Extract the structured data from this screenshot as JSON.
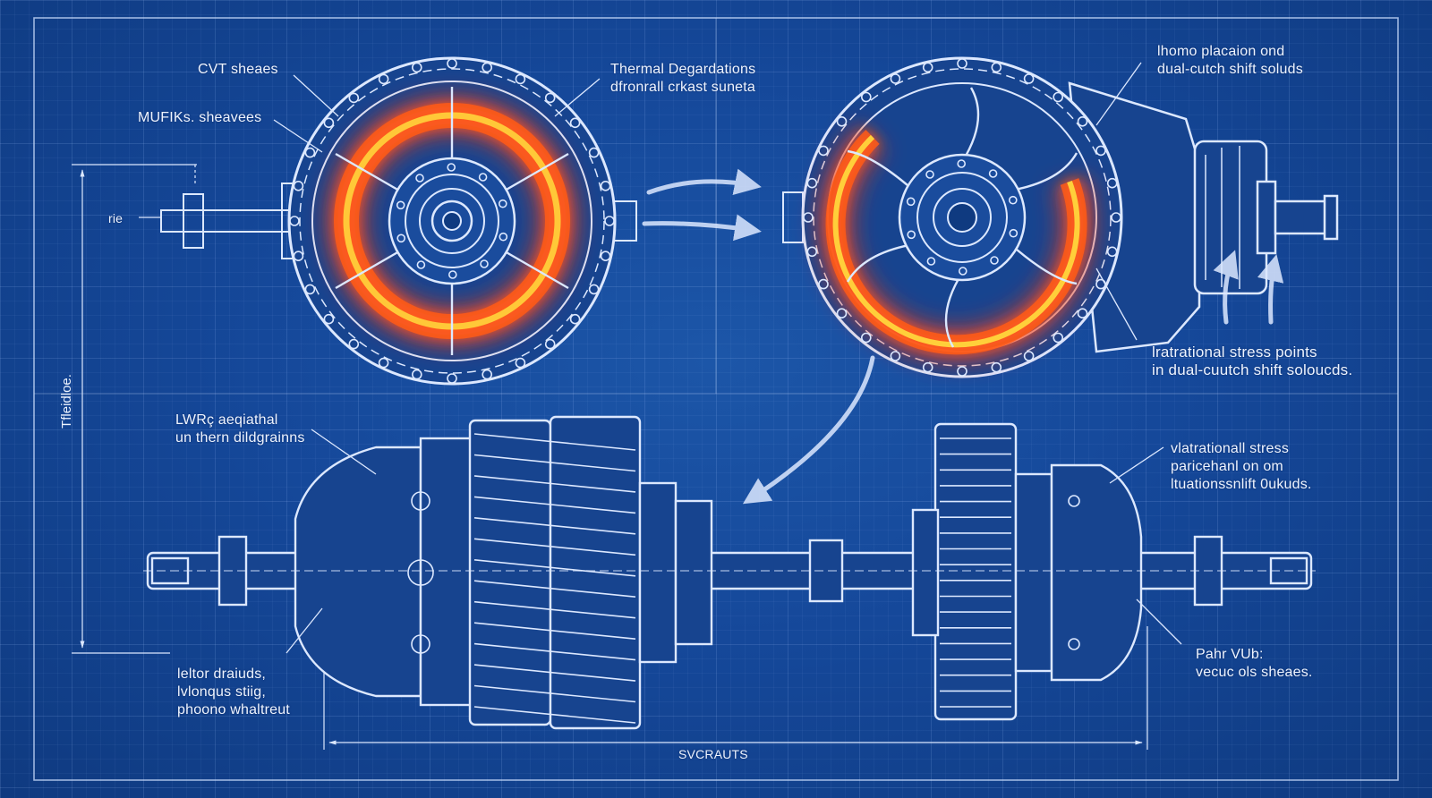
{
  "labels": {
    "cvt_sheaves": "CVT sheaes",
    "mufiks_sheaves": "MUFIKs. sheavees",
    "rie": "rie",
    "thermal": {
      "line1": "Thermal Degardations",
      "line2": "dfronrall crkast suneta"
    },
    "top_right": {
      "line1": "lhomo placaion ond",
      "line2": "dual-cutch shift soluds"
    },
    "stress_points": {
      "line1": "lratrational stress points",
      "line2": "in dual-cuutch shift soloucds."
    },
    "lwr": {
      "line1": "LWRç aeqiathal",
      "line2": "un thern dildgrainns"
    },
    "vibrational": {
      "line1": "vlatrationall stress",
      "line2": "paricehanl on om",
      "line3": "ltuationssnlift 0ukuds."
    },
    "bottom_left": {
      "line1": "leltor draiuds,",
      "line2": "lvlonqus stiig,",
      "line3": "phoono whaltreut"
    },
    "bottom_right": {
      "line1": "Pahr VUb:",
      "line2": "vecuc ols sheaes."
    },
    "dimension_bottom": "SVCRAUTS",
    "dimension_vertical": "Tfleidloe."
  },
  "colors": {
    "background": "#15489a",
    "line": "#dce8ff",
    "heat_outer": "#ff3a10",
    "heat_inner": "#ffd23a"
  }
}
